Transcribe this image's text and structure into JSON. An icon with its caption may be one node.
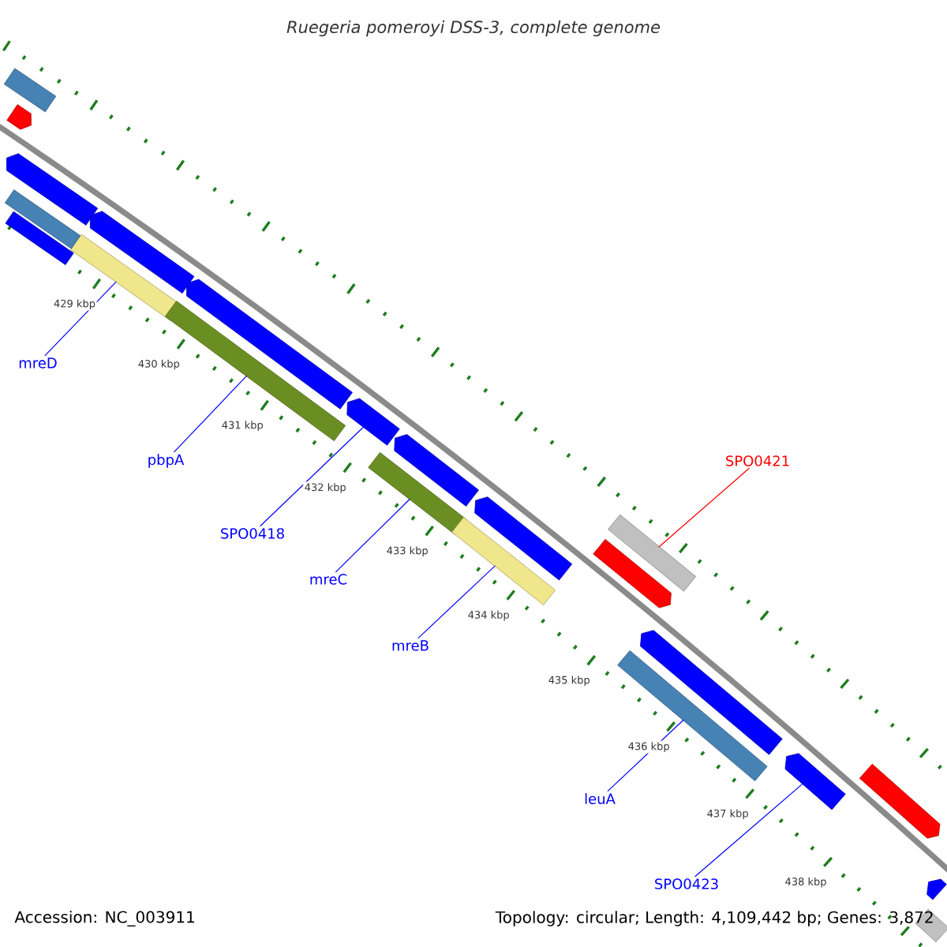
{
  "diagram": {
    "title": "Ruegeria pomeroyi DSS-3, complete genome",
    "nodes": [
      {
        "text": [
          "mreD"
        ]
      },
      {
        "text": [
          "pbpA"
        ]
      },
      {
        "text": [
          "SPO0418"
        ]
      },
      {
        "text": [
          "mreC"
        ]
      },
      {
        "text": [
          "mreB"
        ]
      },
      {
        "text": [
          "SPO0421"
        ]
      },
      {
        "text": [
          "leuA"
        ]
      },
      {
        "text": [
          "SPO0423"
        ]
      },
      {
        "text": [],
        "shape": "bar"
      },
      {
        "text": [],
        "shape": "bar"
      },
      {
        "text": [],
        "shape": "arrow"
      },
      {
        "text": [],
        "shape": "bar"
      },
      {
        "text": [],
        "shape": "bar"
      },
      {
        "text": [],
        "shape": "bar"
      },
      {
        "text": [],
        "shape": "bar"
      },
      {
        "text": [],
        "shape": "arrow"
      },
      {
        "text": [],
        "shape": "arrow"
      },
      {
        "text": [],
        "shape": "arrow"
      },
      {
        "text": [],
        "shape": "arrow"
      },
      {
        "text": [],
        "shape": "arrow"
      },
      {
        "text": [],
        "shape": "arrow"
      },
      {
        "text": [],
        "shape": "arrow"
      },
      {
        "text": [],
        "shape": "arrow"
      },
      {
        "text": [],
        "shape": "bar"
      },
      {
        "text": [],
        "shape": "bar"
      },
      {
        "text": [],
        "shape": "bar"
      },
      {
        "text": [],
        "shape": "arrow"
      },
      {
        "text": [],
        "shape": "arrow"
      },
      {
        "text": [],
        "shape": "arrow"
      },
      {
        "text": [],
        "shape": "bar"
      }
    ],
    "edges": [
      {
        "from": 0,
        "to": 8,
        "arrow": "none"
      },
      {
        "from": 1,
        "to": 9,
        "arrow": "none"
      },
      {
        "from": 2,
        "to": 10,
        "arrow": "none"
      },
      {
        "from": 3,
        "to": 11,
        "arrow": "none"
      },
      {
        "from": 4,
        "to": 12,
        "arrow": "none"
      },
      {
        "from": 5,
        "to": 13,
        "arrow": "none",
        "color": "#ff0000"
      },
      {
        "from": 6,
        "to": 14,
        "arrow": "none"
      },
      {
        "from": 7,
        "to": 15,
        "arrow": "none"
      }
    ],
    "labels": [
      "429 kbp",
      "430 kbp",
      "431 kbp",
      "432 kbp",
      "433 kbp",
      "434 kbp",
      "435 kbp",
      "436 kbp",
      "437 kbp",
      "438 kbp",
      "Accession: NC_003911",
      "Topology: circular; Length: 4,109,442 bp; Genes: 3,872"
    ]
  }
}
